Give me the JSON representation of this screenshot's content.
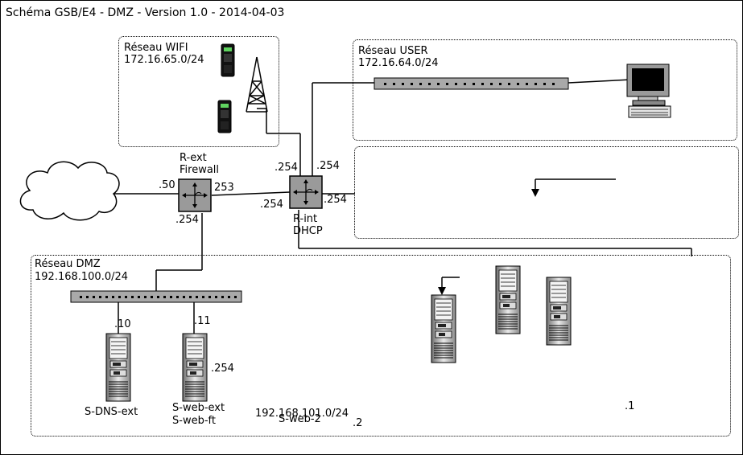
{
  "title": "Schéma GSB/E4 - DMZ - Version 1.0 - 2014-04-03",
  "zones": {
    "wifi": {
      "name": "Réseau WIFI",
      "subnet": "172.16.65.0/24"
    },
    "user": {
      "name": "Réseau USER",
      "subnet": "172.16.64.0/24"
    },
    "dmz": {
      "name": "Réseau DMZ",
      "subnet": "192.168.100.0/24"
    }
  },
  "routers": {
    "rext": {
      "name": "R-ext",
      "role": "Firewall"
    },
    "rint": {
      "name": "R-int",
      "role": "DHCP"
    }
  },
  "ip_labels": {
    "rext_west": ".50",
    "rext_east": "253",
    "rext_south": ".254",
    "rint_west": ".254",
    "rint_north_left": ".254",
    "rint_north_right": ".254",
    "rint_east": ".254",
    "dns_ext": ".10",
    "web_ext": ".11",
    "web_ext_2": ".254",
    "net101_host1": ".1",
    "net101_host2": ".2"
  },
  "servers": {
    "dns": "S-DNS-ext",
    "web_ext_line1": "S-web-ext",
    "web_ext_line2": "S-web-ft",
    "web2": "S-web-2"
  },
  "subnet_101": "192.168.101.0/24",
  "icons": [
    "cloud-icon",
    "router-icon",
    "switch-icon",
    "server-icon",
    "pda-icon",
    "antenna-icon",
    "workstation-icon"
  ]
}
